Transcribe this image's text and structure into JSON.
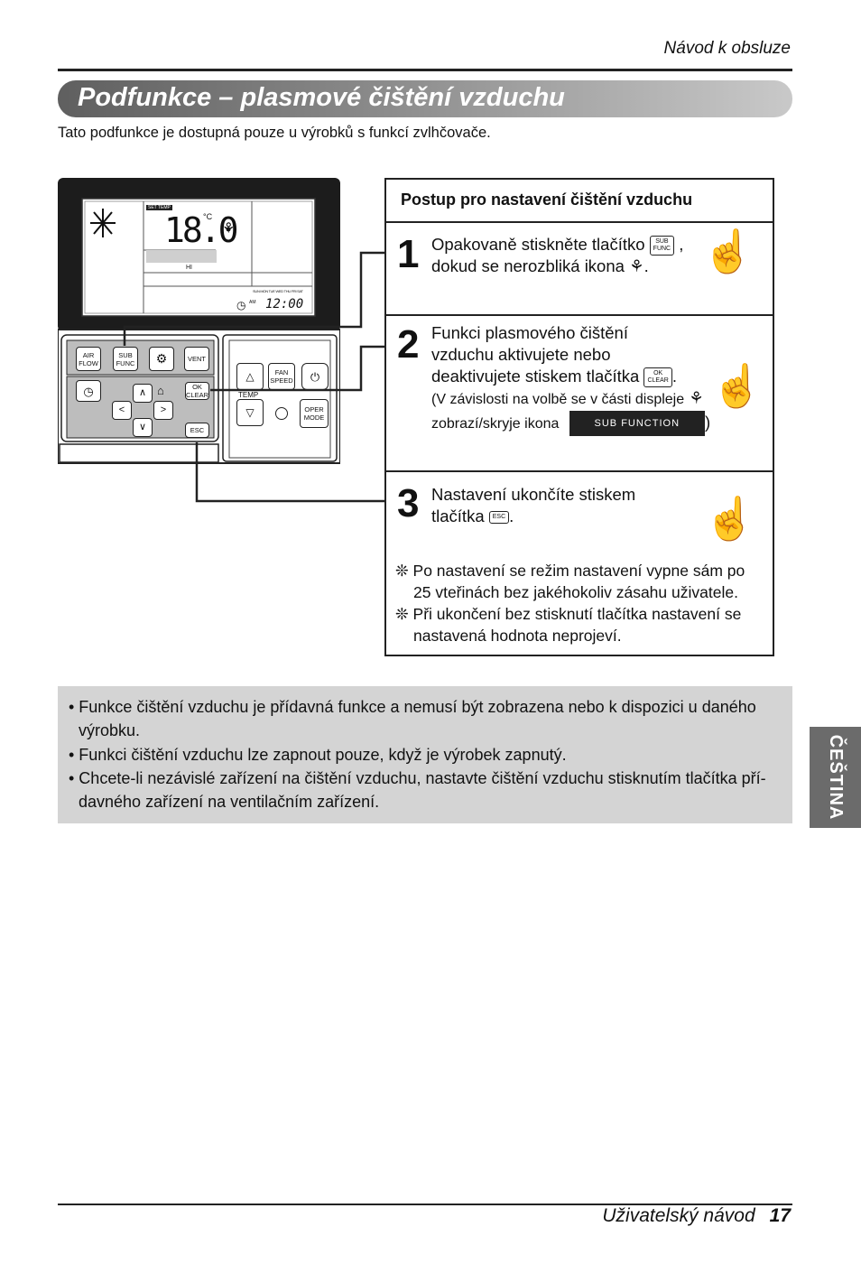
{
  "header": {
    "title": "Návod k obsluze"
  },
  "section": {
    "title": "Podfunkce – plasmové čištění vzduchu"
  },
  "intro": "Tato podfunkce je dostupná pouze u výrobků s funkcí zvlhčovače.",
  "remote": {
    "display": {
      "set_temp": "SET TEMP",
      "temperature": "18.0",
      "unit": "°C",
      "fan": "HI",
      "days": "SUN MON TUE WED THU FRI SAT",
      "am": "AM",
      "time": "12:00"
    },
    "buttons": {
      "air_flow": "AIR FLOW",
      "sub_func": "SUB FUNC",
      "vent": "VENT",
      "ok_clear": "OK CLEAR",
      "esc": "ESC",
      "fan_speed": "FAN SPEED",
      "temp": "TEMP",
      "oper_mode": "OPER MODE"
    }
  },
  "procedure": {
    "title": "Postup pro nastavení čištění vzduchu",
    "steps": [
      {
        "number": "1",
        "text_a": "Opakovaně stiskněte tlačítko",
        "text_b": "dokud se nerozbliká ikona"
      },
      {
        "number": "2",
        "text_a": "Funkci plasmového čištění",
        "text_b": "vzduchu aktivujete nebo",
        "text_c": "deaktivujete stiskem tlačítka",
        "text_d": "(V závislosti na volbě se v části displeje",
        "text_e": "zobrazí/skryje ikona",
        "badge": "SUB FUNCTION"
      },
      {
        "number": "3",
        "text_a": "Nastavení ukončíte stiskem",
        "text_b": "tlačítka"
      }
    ],
    "notes": [
      "❊ Po nastavení se režim nastavení vypne sám po",
      "25 vteřinách bez jakéhokoliv zásahu uživatele.",
      "❊ Při ukončení bez stisknutí tlačítka nastavení se",
      "nastavená hodnota neprojeví."
    ]
  },
  "bullets": [
    "• Funkce čištění vzduchu je přídavná funkce a nemusí být zobrazena nebo k dispozici u daného",
    "výrobku.",
    "• Funkci čištění vzduchu lze zapnout pouze, když je výrobek zapnutý.",
    "• Chcete-li nezávislé zařízení na čištění vzduchu, nastavte čištění vzduchu stisknutím tlačítka pří-",
    "davného zařízení na ventilačním zařízení."
  ],
  "side_tab": "ČEŠTINA",
  "footer": {
    "label": "Uživatelský návod",
    "page": "17"
  }
}
